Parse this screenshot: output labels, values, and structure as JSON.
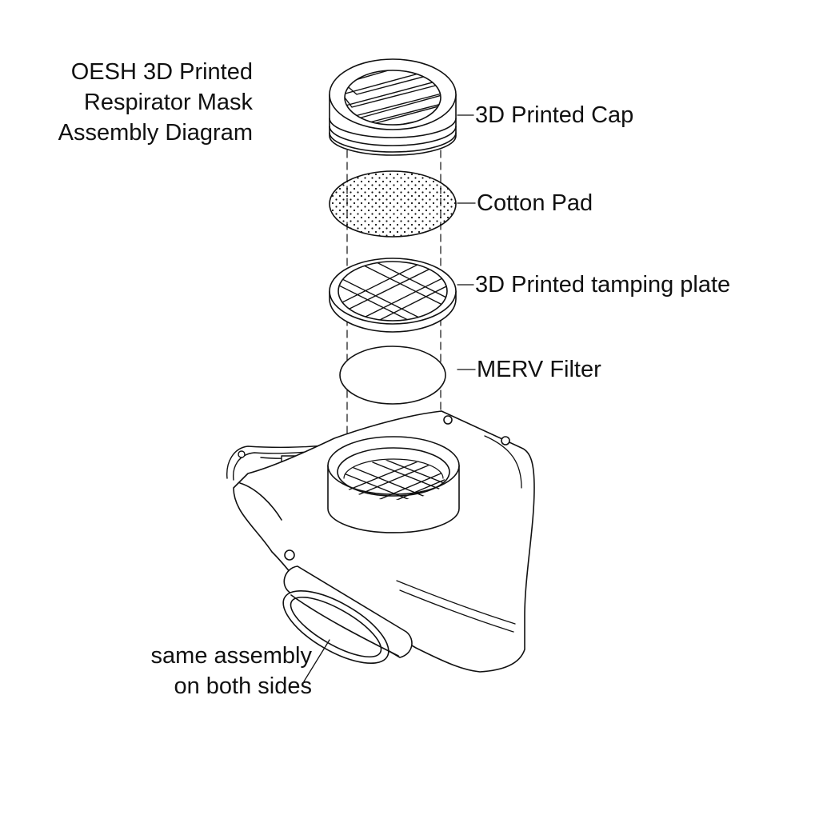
{
  "title": {
    "line1": "OESH 3D Printed",
    "line2": "Respirator Mask",
    "line3": "Assembly Diagram"
  },
  "labels": {
    "cap": "3D Printed Cap",
    "cotton_pad": "Cotton Pad",
    "tamping_plate": "3D Printed tamping plate",
    "merv_filter": "MERV Filter"
  },
  "note": {
    "line1": "same assembly",
    "line2": "on both sides"
  },
  "colors": {
    "line": "#111111",
    "background": "#ffffff"
  }
}
